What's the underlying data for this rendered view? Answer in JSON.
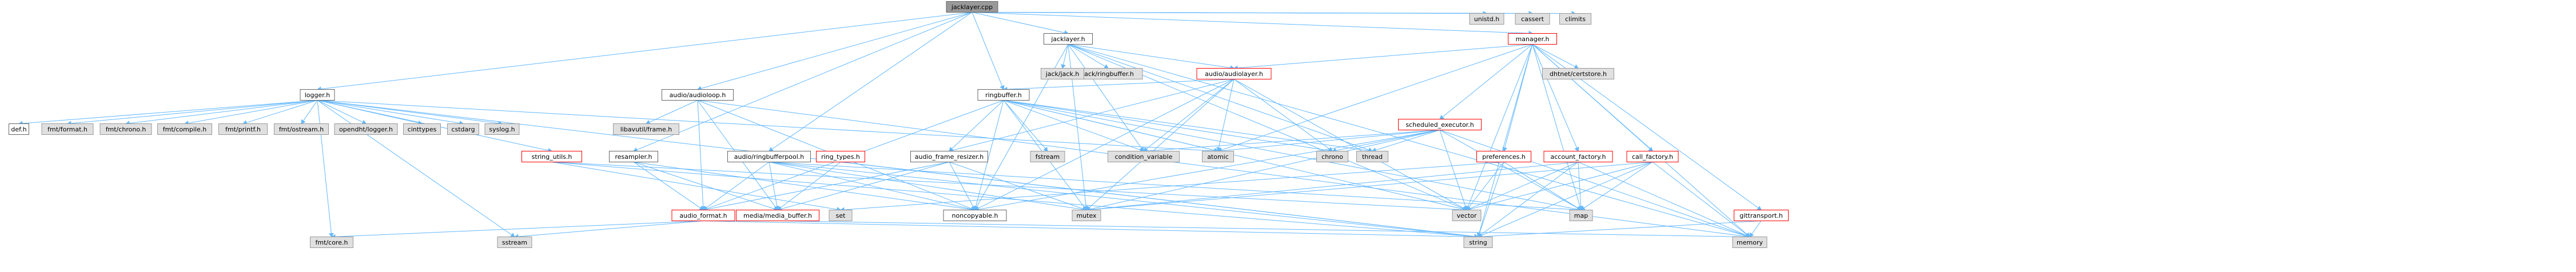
{
  "graph": {
    "title": "",
    "colors": {
      "edge": "#63b8ff",
      "root_fill": "#999999",
      "root_border": "#666666",
      "doc_fill": "#ffffff",
      "doc_border": "#666666",
      "doc_red_border": "#ff0000",
      "ext_fill": "#e0e0e0",
      "ext_border": "#999999"
    },
    "nodes": [
      {
        "id": "root",
        "label": "jacklayer.cpp",
        "kind": "root"
      },
      {
        "id": "unistd",
        "label": "unistd.h",
        "kind": "ext"
      },
      {
        "id": "cassert",
        "label": "cassert",
        "kind": "ext"
      },
      {
        "id": "climits",
        "label": "climits",
        "kind": "ext"
      },
      {
        "id": "jacklayer_h",
        "label": "jacklayer.h",
        "kind": "doc"
      },
      {
        "id": "manager_h",
        "label": "manager.h",
        "kind": "red"
      },
      {
        "id": "jack_ringbuffer",
        "label": "jack/ringbuffer.h",
        "kind": "ext"
      },
      {
        "id": "jack_jack",
        "label": "jack/jack.h",
        "kind": "ext"
      },
      {
        "id": "dhtnet",
        "label": "dhtnet/certstore.h",
        "kind": "ext"
      },
      {
        "id": "audiolayer",
        "label": "audio/audiolayer.h",
        "kind": "red"
      },
      {
        "id": "logger",
        "label": "logger.h",
        "kind": "doc"
      },
      {
        "id": "audioloop",
        "label": "audio/audioloop.h",
        "kind": "doc"
      },
      {
        "id": "ringbuffer",
        "label": "ringbuffer.h",
        "kind": "doc"
      },
      {
        "id": "sched_exec",
        "label": "scheduled_executor.h",
        "kind": "red"
      },
      {
        "id": "def",
        "label": "def.h",
        "kind": "doc"
      },
      {
        "id": "fmt_format",
        "label": "fmt/format.h",
        "kind": "ext"
      },
      {
        "id": "fmt_chrono",
        "label": "fmt/chrono.h",
        "kind": "ext"
      },
      {
        "id": "fmt_compile",
        "label": "fmt/compile.h",
        "kind": "ext"
      },
      {
        "id": "fmt_printf",
        "label": "fmt/printf.h",
        "kind": "ext"
      },
      {
        "id": "fmt_ostream",
        "label": "fmt/ostream.h",
        "kind": "ext"
      },
      {
        "id": "opendht_logger",
        "label": "opendht/logger.h",
        "kind": "ext"
      },
      {
        "id": "cinttypes",
        "label": "cinttypes",
        "kind": "ext"
      },
      {
        "id": "cstdarg",
        "label": "cstdarg",
        "kind": "ext"
      },
      {
        "id": "syslog",
        "label": "syslog.h",
        "kind": "ext"
      },
      {
        "id": "string_utils",
        "label": "string_utils.h",
        "kind": "red"
      },
      {
        "id": "libavutil_frame",
        "label": "libavutil/frame.h",
        "kind": "ext"
      },
      {
        "id": "resampler",
        "label": "resampler.h",
        "kind": "doc"
      },
      {
        "id": "audioringbufferpool",
        "label": "audio/ringbufferpool.h",
        "kind": "doc"
      },
      {
        "id": "ring_types",
        "label": "ring_types.h",
        "kind": "red"
      },
      {
        "id": "audio_frame_resizer",
        "label": "audio_frame_resizer.h",
        "kind": "doc"
      },
      {
        "id": "fstream",
        "label": "fstream",
        "kind": "ext"
      },
      {
        "id": "condition_variable",
        "label": "condition_variable",
        "kind": "ext"
      },
      {
        "id": "atomic",
        "label": "atomic",
        "kind": "ext"
      },
      {
        "id": "chrono",
        "label": "chrono",
        "kind": "ext"
      },
      {
        "id": "thread",
        "label": "thread",
        "kind": "ext"
      },
      {
        "id": "preferences",
        "label": "preferences.h",
        "kind": "red"
      },
      {
        "id": "account_factory",
        "label": "account_factory.h",
        "kind": "red"
      },
      {
        "id": "call_factory",
        "label": "call_factory.h",
        "kind": "red"
      },
      {
        "id": "gittransport",
        "label": "gittransport.h",
        "kind": "red"
      },
      {
        "id": "audio_format",
        "label": "audio_format.h",
        "kind": "red"
      },
      {
        "id": "media_buffer",
        "label": "media/media_buffer.h",
        "kind": "red"
      },
      {
        "id": "set",
        "label": "set",
        "kind": "ext"
      },
      {
        "id": "noncopyable",
        "label": "noncopyable.h",
        "kind": "doc"
      },
      {
        "id": "mutex",
        "label": "mutex",
        "kind": "ext"
      },
      {
        "id": "vector",
        "label": "vector",
        "kind": "ext"
      },
      {
        "id": "map",
        "label": "map",
        "kind": "ext"
      },
      {
        "id": "fmt_core",
        "label": "fmt/core.h",
        "kind": "ext"
      },
      {
        "id": "sstream",
        "label": "sstream",
        "kind": "ext"
      },
      {
        "id": "string",
        "label": "string",
        "kind": "ext"
      },
      {
        "id": "memory",
        "label": "memory",
        "kind": "ext"
      }
    ],
    "edges": [
      [
        "root",
        "unistd"
      ],
      [
        "root",
        "cassert"
      ],
      [
        "root",
        "climits"
      ],
      [
        "root",
        "jacklayer_h"
      ],
      [
        "root",
        "manager_h"
      ],
      [
        "root",
        "logger"
      ],
      [
        "root",
        "audioloop"
      ],
      [
        "root",
        "ringbuffer"
      ],
      [
        "root",
        "resampler"
      ],
      [
        "root",
        "audioringbufferpool"
      ],
      [
        "jacklayer_h",
        "jack_ringbuffer"
      ],
      [
        "jacklayer_h",
        "jack_jack"
      ],
      [
        "jacklayer_h",
        "audiolayer"
      ],
      [
        "jacklayer_h",
        "noncopyable"
      ],
      [
        "jacklayer_h",
        "condition_variable"
      ],
      [
        "jacklayer_h",
        "thread"
      ],
      [
        "jacklayer_h",
        "vector"
      ],
      [
        "jacklayer_h",
        "memory"
      ],
      [
        "jacklayer_h",
        "mutex"
      ],
      [
        "manager_h",
        "dhtnet"
      ],
      [
        "manager_h",
        "audiolayer"
      ],
      [
        "manager_h",
        "sched_exec"
      ],
      [
        "manager_h",
        "preferences"
      ],
      [
        "manager_h",
        "account_factory"
      ],
      [
        "manager_h",
        "call_factory"
      ],
      [
        "manager_h",
        "gittransport"
      ],
      [
        "manager_h",
        "atomic"
      ],
      [
        "manager_h",
        "string"
      ],
      [
        "manager_h",
        "memory"
      ],
      [
        "manager_h",
        "map"
      ],
      [
        "manager_h",
        "vector"
      ],
      [
        "audiolayer",
        "ringbuffer"
      ],
      [
        "audiolayer",
        "noncopyable"
      ],
      [
        "audiolayer",
        "atomic"
      ],
      [
        "audiolayer",
        "chrono"
      ],
      [
        "audiolayer",
        "condition_variable"
      ],
      [
        "audiolayer",
        "mutex"
      ],
      [
        "audiolayer",
        "vector"
      ],
      [
        "audiolayer",
        "audio_frame_resizer"
      ],
      [
        "logger",
        "def"
      ],
      [
        "logger",
        "fmt_format"
      ],
      [
        "logger",
        "fmt_chrono"
      ],
      [
        "logger",
        "fmt_compile"
      ],
      [
        "logger",
        "fmt_printf"
      ],
      [
        "logger",
        "fmt_ostream"
      ],
      [
        "logger",
        "opendht_logger"
      ],
      [
        "logger",
        "cinttypes"
      ],
      [
        "logger",
        "cstdarg"
      ],
      [
        "logger",
        "syslog"
      ],
      [
        "logger",
        "string_utils"
      ],
      [
        "logger",
        "atomic"
      ],
      [
        "logger",
        "sstream"
      ],
      [
        "logger",
        "string"
      ],
      [
        "logger",
        "fmt_core"
      ],
      [
        "audioloop",
        "libavutil_frame"
      ],
      [
        "audioloop",
        "audio_format"
      ],
      [
        "audioloop",
        "media_buffer"
      ],
      [
        "audioloop",
        "noncopyable"
      ],
      [
        "audioloop",
        "memory"
      ],
      [
        "ringbuffer",
        "audio_format"
      ],
      [
        "ringbuffer",
        "audio_frame_resizer"
      ],
      [
        "ringbuffer",
        "fstream"
      ],
      [
        "ringbuffer",
        "condition_variable"
      ],
      [
        "ringbuffer",
        "atomic"
      ],
      [
        "ringbuffer",
        "chrono"
      ],
      [
        "ringbuffer",
        "thread"
      ],
      [
        "ringbuffer",
        "mutex"
      ],
      [
        "ringbuffer",
        "vector"
      ],
      [
        "ringbuffer",
        "map"
      ],
      [
        "ringbuffer",
        "noncopyable"
      ],
      [
        "sched_exec",
        "condition_variable"
      ],
      [
        "sched_exec",
        "atomic"
      ],
      [
        "sched_exec",
        "chrono"
      ],
      [
        "sched_exec",
        "thread"
      ],
      [
        "sched_exec",
        "mutex"
      ],
      [
        "sched_exec",
        "vector"
      ],
      [
        "sched_exec",
        "map"
      ],
      [
        "sched_exec",
        "noncopyable"
      ],
      [
        "sched_exec",
        "memory"
      ],
      [
        "string_utils",
        "set"
      ],
      [
        "string_utils",
        "vector"
      ],
      [
        "string_utils",
        "string"
      ],
      [
        "resampler",
        "audio_format"
      ],
      [
        "resampler",
        "media_buffer"
      ],
      [
        "resampler",
        "noncopyable"
      ],
      [
        "audioringbufferpool",
        "audio_format"
      ],
      [
        "audioringbufferpool",
        "media_buffer"
      ],
      [
        "audioringbufferpool",
        "noncopyable"
      ],
      [
        "audioringbufferpool",
        "mutex"
      ],
      [
        "audioringbufferpool",
        "map"
      ],
      [
        "audioringbufferpool",
        "string"
      ],
      [
        "ring_types",
        "media_buffer"
      ],
      [
        "ring_types",
        "string"
      ],
      [
        "audio_frame_resizer",
        "audio_format"
      ],
      [
        "audio_frame_resizer",
        "media_buffer"
      ],
      [
        "audio_frame_resizer",
        "noncopyable"
      ],
      [
        "audio_frame_resizer",
        "mutex"
      ],
      [
        "preferences",
        "string"
      ],
      [
        "preferences",
        "map"
      ],
      [
        "preferences",
        "vector"
      ],
      [
        "preferences",
        "set"
      ],
      [
        "account_factory",
        "map"
      ],
      [
        "account_factory",
        "vector"
      ],
      [
        "account_factory",
        "mutex"
      ],
      [
        "account_factory",
        "memory"
      ],
      [
        "account_factory",
        "string"
      ],
      [
        "call_factory",
        "map"
      ],
      [
        "call_factory",
        "vector"
      ],
      [
        "call_factory",
        "mutex"
      ],
      [
        "call_factory",
        "memory"
      ],
      [
        "call_factory",
        "string"
      ],
      [
        "gittransport",
        "memory"
      ],
      [
        "gittransport",
        "string"
      ],
      [
        "audio_format",
        "fmt_core"
      ],
      [
        "audio_format",
        "sstream"
      ],
      [
        "audio_format",
        "string"
      ],
      [
        "media_buffer",
        "memory"
      ]
    ]
  }
}
